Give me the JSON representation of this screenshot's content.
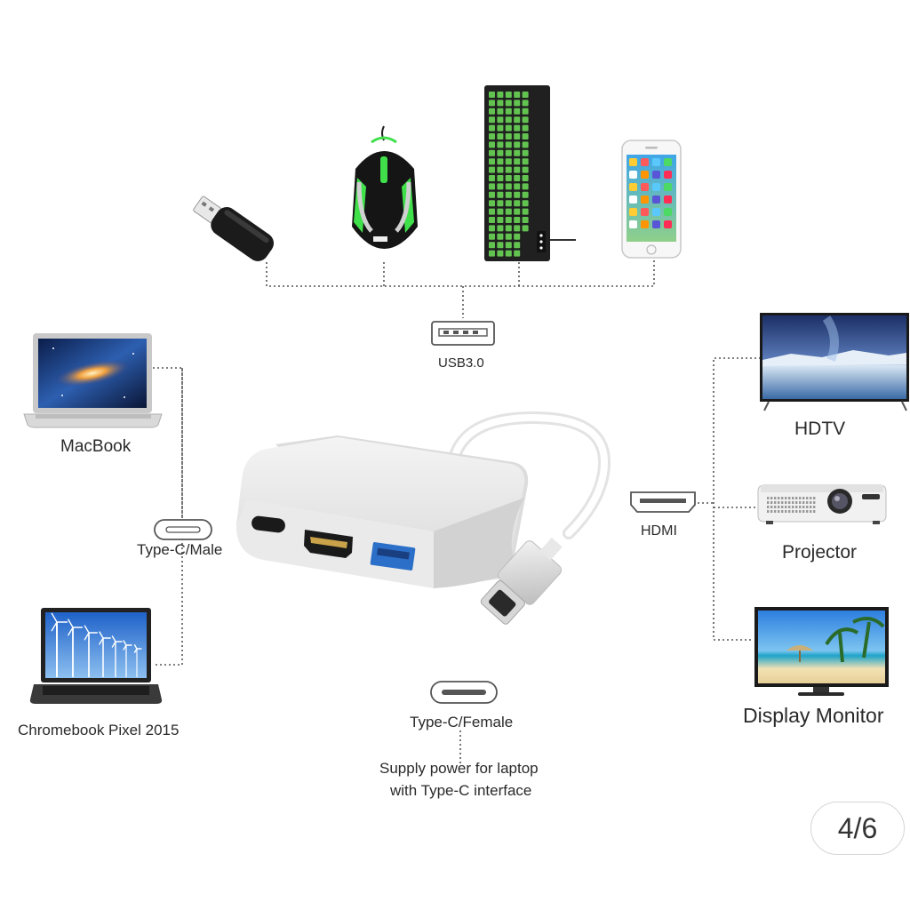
{
  "labels": {
    "usb": "USB3.0",
    "macbook": "MacBook",
    "typec_male": "Type-C/Male",
    "chromebook": "Chromebook Pixel 2015",
    "typec_female": "Type-C/Female",
    "supply_line1": "Supply power for laptop",
    "supply_line2": "with Type-C interface",
    "hdmi": "HDMI",
    "hdtv": "HDTV",
    "projector": "Projector",
    "display_monitor": "Display Monitor"
  },
  "gallery": {
    "counter": "4/6"
  },
  "colors": {
    "connector_line": "#555555",
    "adapter_body": "#e3e3e3",
    "usb_port_blue": "#2b6fc9",
    "keyboard_glow": "#6ee05a",
    "mouse_glow": "#3fe04a"
  },
  "icons": {
    "usb_drive": "usb-flash-drive-icon",
    "mouse": "gaming-mouse-icon",
    "keyboard": "backlit-keyboard-icon",
    "phone": "smartphone-icon",
    "macbook": "laptop-icon",
    "chromebook": "laptop-icon",
    "hdtv": "tv-icon",
    "projector": "projector-icon",
    "monitor": "monitor-icon",
    "adapter": "usb-c-hub-icon"
  }
}
